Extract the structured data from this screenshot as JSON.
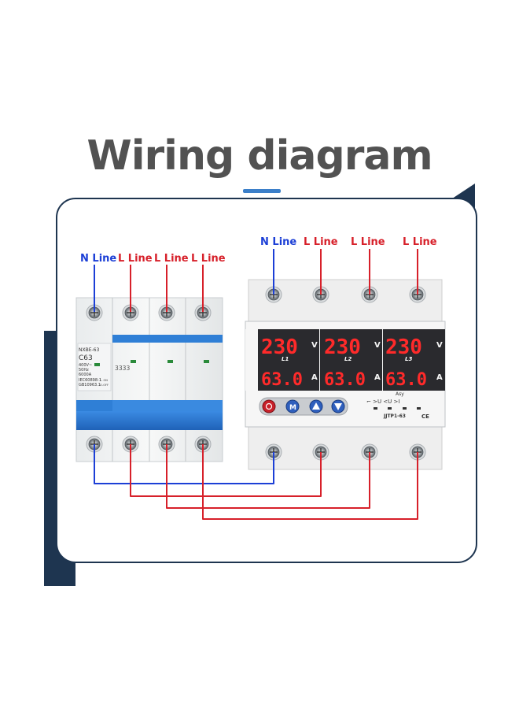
{
  "title": "Wiring diagram",
  "colors": {
    "title": "#525252",
    "accent": "#3b7fc9",
    "panel_frame": "#1e3550",
    "neutral_wire": "#1c3fd6",
    "live_wire": "#d7202a",
    "display": "#ff2a2a"
  },
  "breaker": {
    "model": "NXBE-63",
    "rating": "C63",
    "spec_lines": [
      "400V~",
      "50Hz",
      "6000A"
    ],
    "std_lines": [
      "IEC60898-1",
      "GB10963.1"
    ],
    "onoff": [
      "I - ON",
      "O-OFF"
    ],
    "digits": "3333",
    "labels": [
      "N Line",
      "L Line",
      "L Line",
      "L Line"
    ]
  },
  "relay": {
    "labels": [
      "N Line",
      "L Line",
      "L Line",
      "L Line"
    ],
    "voltage_readings": [
      "230",
      "230",
      "230"
    ],
    "current_readings": [
      "63.0",
      "63.0",
      "63.0"
    ],
    "voltage_unit": "V",
    "current_unit": "A",
    "channels": [
      "L1",
      "L2",
      "L3"
    ],
    "buttons": [
      "power-button",
      "menu-button",
      "up-button",
      "down-button"
    ],
    "model": "JJTP1-63",
    "asy": "Asy",
    "ce": "CE",
    "cert": "CE"
  }
}
